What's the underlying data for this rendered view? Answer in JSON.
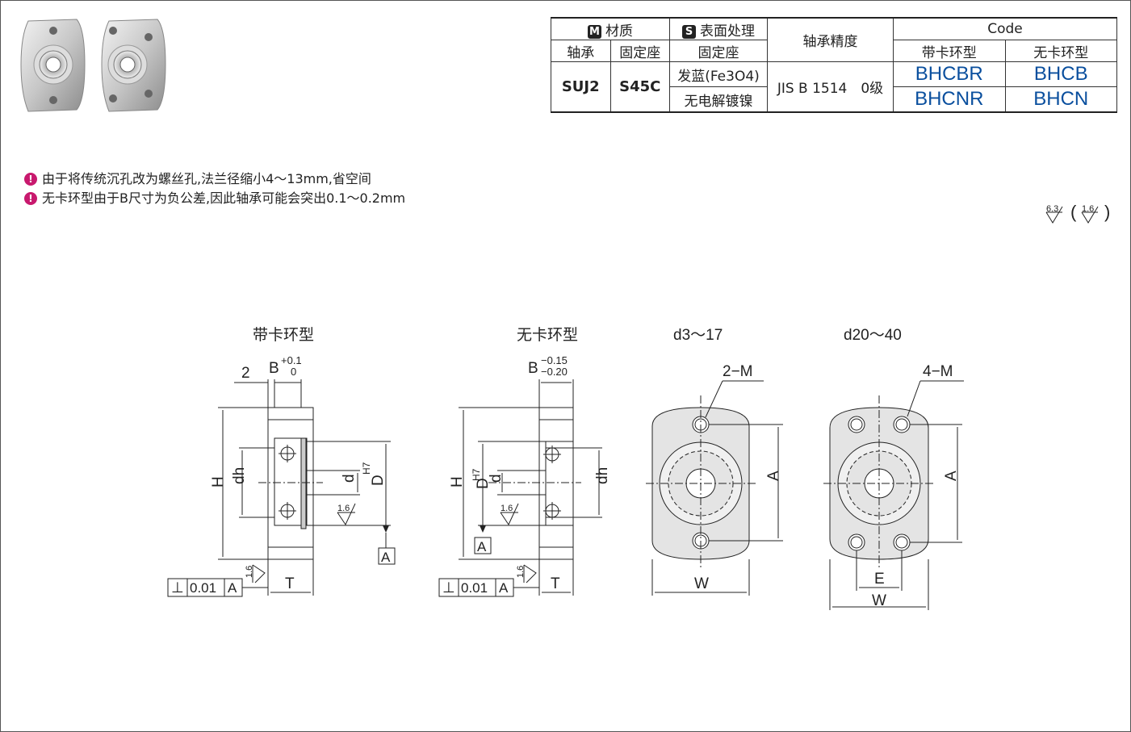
{
  "table": {
    "material_badge": "M",
    "material_label": "材质",
    "surface_badge": "S",
    "surface_label": "表面处理",
    "bearing_col": "轴承",
    "seat_col": "固定座",
    "surface_seat_col": "固定座",
    "accuracy_header": "轴承精度",
    "code_header": "Code",
    "code_with_ring": "带卡环型",
    "code_without_ring": "无卡环型",
    "bearing_material": "SUJ2",
    "seat_material": "S45C",
    "surface_1": "发蓝(Fe3O4)",
    "surface_2": "无电解镀镍",
    "accuracy_value": "JIS B 1514　0级",
    "code_1a": "BHCBR",
    "code_1b": "BHCB",
    "code_2a": "BHCNR",
    "code_2b": "BHCN"
  },
  "notes": [
    "由于将传统沉孔改为螺丝孔,法兰径缩小4～13mm,省空间",
    "无卡环型由于B尺寸为负公差,因此轴承可能会突出0.1～0.2mm"
  ],
  "roughness": {
    "a": "6.3",
    "b": "1.6"
  },
  "drawings": {
    "title_with_ring": "带卡环型",
    "title_without_ring": "无卡环型",
    "title_small": "d3～17",
    "title_large": "d20～40",
    "dim_2": "2",
    "dim_B": "B",
    "tol_B1_up": "+0.1",
    "tol_B1_dn": "0",
    "tol_B2_up": "−0.15",
    "tol_B2_dn": "−0.20",
    "H": "H",
    "dh": "dh",
    "d": "d",
    "DH7": "D",
    "H7": "H7",
    "T": "T",
    "A": "A",
    "tol_perp": "⊥",
    "tol_value": "0.01",
    "rough_16": "1.6",
    "m2": "2−M",
    "m4": "4−M",
    "W": "W",
    "E": "E"
  }
}
